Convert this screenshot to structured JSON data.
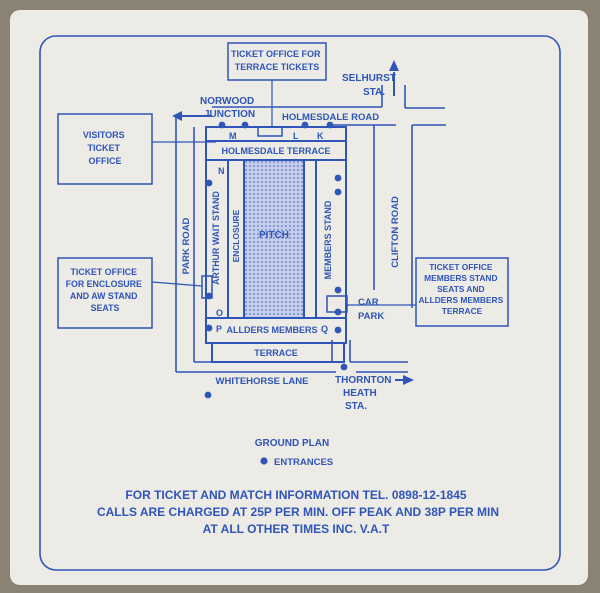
{
  "map": {
    "colors": {
      "ink": "#2f55b8",
      "paper": "#ecebe6",
      "pitch_fill": "#b7c3e6",
      "backdrop": "#8a8374"
    },
    "streets": {
      "holmesdale_road": "HOLMESDALE ROAD",
      "park_road": "PARK ROAD",
      "clifton_road": "CLIFTON ROAD",
      "whitehorse_lane": "WHITEHORSE LANE"
    },
    "places": {
      "norwood": "NORWOOD",
      "junction": "JUNCTION",
      "selhurst": "SELHURST",
      "selhurst_sta": "STA.",
      "thornton": "THORNTON",
      "heath": "HEATH",
      "thornton_sta": "STA.",
      "car": "CAR",
      "park": "PARK"
    },
    "stands": {
      "holmesdale_terrace": "HOLMESDALE TERRACE",
      "arthur_wait_stand": "ARTHUR WAIT STAND",
      "enclosure": "ENCLOSURE",
      "pitch": "PITCH",
      "members_stand": "MEMBERS STAND",
      "allders_members": "ALLDERS MEMBERS",
      "terrace": "TERRACE"
    },
    "gate_letters": [
      "M",
      "L",
      "K",
      "N",
      "O",
      "P",
      "Q"
    ],
    "offices": {
      "terrace_tickets": [
        "TICKET OFFICE FOR",
        "TERRACE TICKETS"
      ],
      "visitors": [
        "VISITORS",
        "TICKET",
        "OFFICE"
      ],
      "enclosure_aw": [
        "TICKET OFFICE",
        "FOR ENCLOSURE",
        "AND AW STAND",
        "SEATS"
      ],
      "members": [
        "TICKET OFFICE",
        "MEMBERS STAND",
        "SEATS AND",
        "ALLDERS MEMBERS",
        "TERRACE"
      ]
    },
    "legend": {
      "title": "GROUND PLAN",
      "entrances": "ENTRANCES"
    },
    "info": {
      "line1": "FOR TICKET AND MATCH INFORMATION TEL. 0898-12-1845",
      "line2": "CALLS ARE CHARGED AT 25P PER MIN. OFF PEAK AND 38P PER MIN",
      "line3": "AT ALL OTHER TIMES INC. V.A.T"
    }
  }
}
